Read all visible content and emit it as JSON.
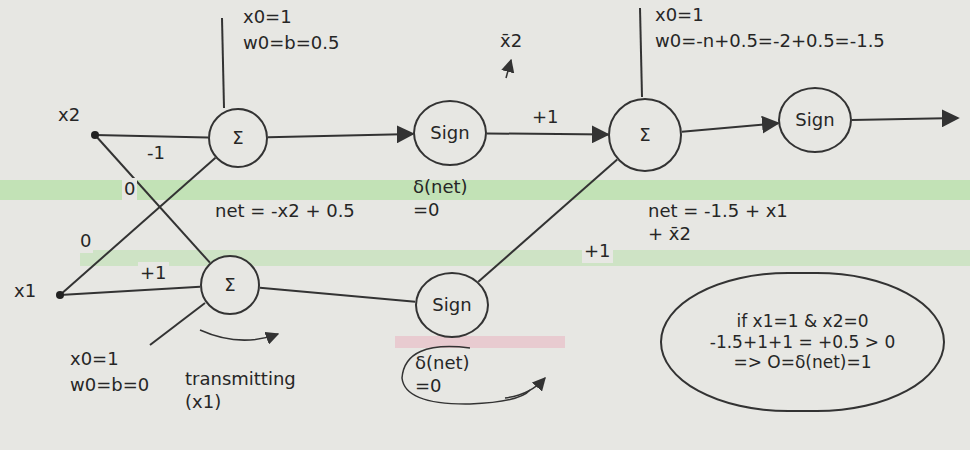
{
  "diagram": {
    "nodes": [
      {
        "text": [
          "x2"
        ]
      },
      {
        "text": [
          "Σ"
        ]
      },
      {
        "text": [
          "Sign"
        ]
      },
      {
        "text": [
          "Σ"
        ]
      },
      {
        "text": [
          "Sign"
        ]
      },
      {
        "text": [
          "x1"
        ]
      },
      {
        "text": [
          "Σ"
        ]
      },
      {
        "text": [
          "Sign"
        ]
      },
      {
        "text": [
          "if x1=1 & x2=0",
          "-1.5+1+1 = +0.5 > 0",
          "=> O=δ(net)=1"
        ]
      }
    ],
    "edges": [
      {
        "from": 0,
        "to": 1,
        "arrow": "none",
        "label": "-1"
      },
      {
        "from": 0,
        "to": 6,
        "arrow": "none",
        "label": "0"
      },
      {
        "from": 5,
        "to": 1,
        "arrow": "none",
        "label": "0"
      },
      {
        "from": 5,
        "to": 6,
        "arrow": "none",
        "label": "+1"
      },
      {
        "from": 1,
        "to": 2,
        "arrow": "to"
      },
      {
        "from": 6,
        "to": 7,
        "arrow": "none"
      },
      {
        "from": 2,
        "to": 3,
        "arrow": "to",
        "label": "+1"
      },
      {
        "from": 7,
        "to": 3,
        "arrow": "none",
        "label": "+1"
      },
      {
        "from": 3,
        "to": 4,
        "arrow": "to"
      }
    ],
    "labels": [
      "x0=1",
      "w0=b=0.5",
      "net = -x2 + 0.5",
      "δ(net) =0",
      "x̄2",
      "x0=1",
      "w0=-n+0.5=-2+0.5=-1.5",
      "net = -1.5 + x1 + x̄2",
      "x0=1",
      "w0=b=0",
      "transmitting (x1)",
      "δ(net) =0"
    ]
  }
}
